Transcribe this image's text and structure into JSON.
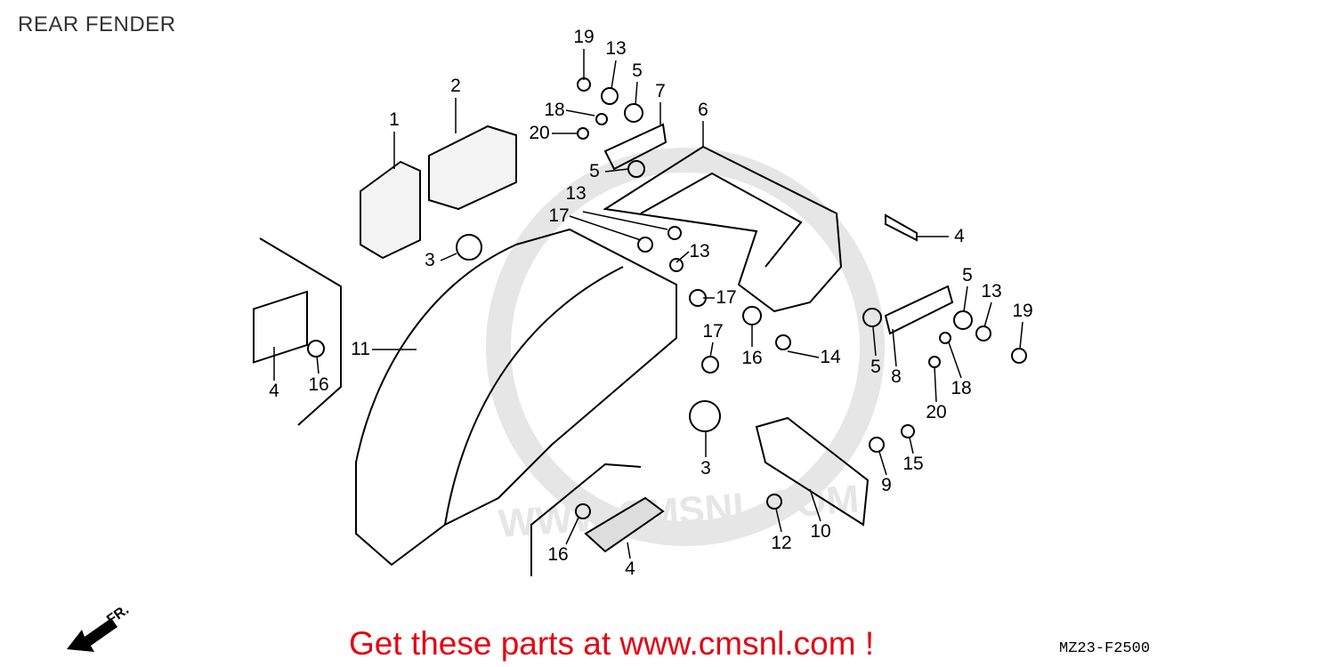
{
  "title": "REAR FENDER",
  "labels": [
    "19",
    "13",
    "5",
    "7",
    "6",
    "18",
    "20",
    "2",
    "1",
    "5",
    "13",
    "17",
    "13",
    "3",
    "17",
    "11",
    "17",
    "16",
    "14",
    "4",
    "5",
    "13",
    "19",
    "5",
    "8",
    "18",
    "20",
    "4",
    "16",
    "3",
    "15",
    "9",
    "10",
    "12",
    "16",
    "4"
  ],
  "direction_label": "FR.",
  "watermark": "WWW.CMSNL.COM",
  "promo_text": "Get these parts at www.cmsnl.com !",
  "diagram_code": "MZ23-F2500",
  "colors": {
    "promo": "#e30613",
    "watermark": "#e6e6e6"
  }
}
